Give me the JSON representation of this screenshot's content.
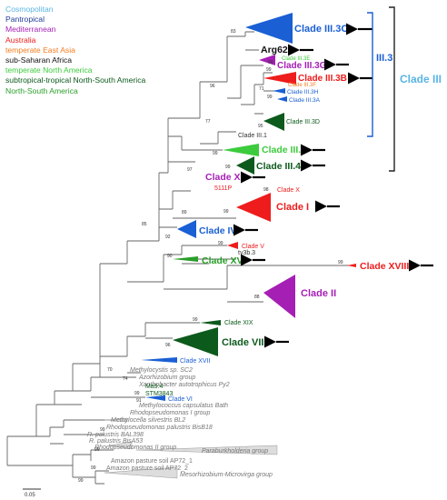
{
  "legend": {
    "cosmopolitan": {
      "label": "Cosmopolitan",
      "color": "#5ab4e5"
    },
    "pantropical": {
      "label": "Pantropical",
      "color": "#1f3c99"
    },
    "mediterranean": {
      "label": "Mediterranean",
      "color": "#a51fb5"
    },
    "australia": {
      "label": "Australia",
      "color": "#ee1c1c"
    },
    "temperate_east_asia": {
      "label": "temperate East Asia",
      "color": "#f57c20"
    },
    "sub_saharan_africa": {
      "label": "sub-Saharan Africa",
      "color": "#111111"
    },
    "temperate_north_america": {
      "label": "temperate North America",
      "color": "#3ccb3c"
    },
    "subtropical_tropical": {
      "label": "subtropical-tropical North-South America",
      "color": "#0c5a1c"
    },
    "north_south_america": {
      "label": "North-South America",
      "color": "#2a9e2a"
    }
  },
  "tree": {
    "clades": {
      "c3c": "Clade III.3C",
      "arg62": "Arg62",
      "c3e": "Clade III.3E",
      "c3g": "Clade III.3G",
      "c3b": "Clade III.3B",
      "c3f": "Clade III.3F",
      "c3h": "Clade III.3H",
      "c3a": "Clade III.3A",
      "c3d": "Clade III.3D",
      "c31": "Clade III.1",
      "c32": "Clade III.2",
      "c34": "Clade III.4",
      "cxi": "Clade XI",
      "s5111p": "5111P",
      "cx": "Clade X",
      "ci": "Clade I",
      "civ": "Clade IV",
      "cv": "Clade V",
      "tv3b3": "tv3b.3",
      "cxvi": "Clade XVI",
      "cxviii": "Clade XVIII",
      "cii": "Clade II",
      "cxix": "Clade XIX",
      "cvii": "Clade VII",
      "cxvii": "Clade XVII",
      "methylocystis": "Methylocystis sp. SC2",
      "azorhizobium": "Azorhizobium group",
      "xanthobacter": "Xanthobacter autotrophicus Py2",
      "ma94": "Ma9.4",
      "stm3843": "STM3843",
      "cvi": "Clade VI",
      "methylococcus": "Methylococcus capsulatus Bath",
      "rhodo1": "Rhodopseudomonas I group",
      "methylocella": "Methylocella silvestris BL2",
      "rpbisb18": "Rhodopseudomonas palustris BisB18",
      "bal398": "R. palustris BAL398",
      "bisa53": "R. palustris BisA53",
      "rhodo2": "Rhodopseudomonas II group",
      "paraburk": "Paraburkholderia group",
      "amazon1": "Amazon pasture soil AP72_1",
      "amazon2": "Amazon pasture soil AP72_2",
      "mesorhiz": "Mesorhizobium-Microvirga group"
    },
    "brackets": {
      "iii3": "III.3",
      "iii": "Clade III"
    },
    "scale_label": "0.05",
    "bootstrap": [
      "83",
      "99",
      "96",
      "99",
      "71",
      "99",
      "95",
      "77",
      "99",
      "99",
      "97",
      "98",
      "99",
      "89",
      "85",
      "92",
      "99",
      "90",
      "99",
      "88",
      "99",
      "96",
      "70",
      "74",
      "99",
      "91",
      "99",
      "99",
      "99",
      "99"
    ]
  }
}
